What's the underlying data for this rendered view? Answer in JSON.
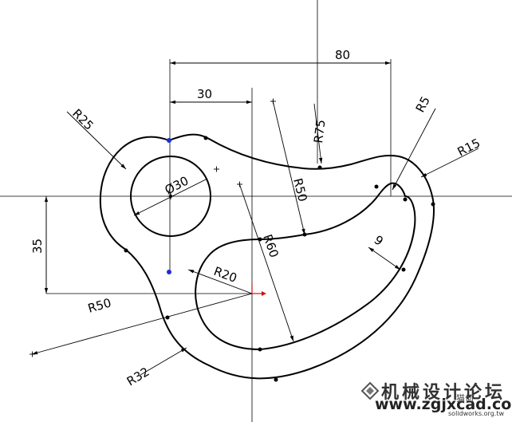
{
  "dimensions": {
    "d80": "80",
    "d30": "30",
    "d35": "35",
    "r25": "R25",
    "phi30": "Ø30",
    "r75": "R75",
    "r5": "R5",
    "r15": "R15",
    "r50_upper": "R50",
    "r60": "R60",
    "r20": "R20",
    "r50_lower": "R50",
    "r32": "R32",
    "d9": "9"
  },
  "watermark": {
    "site_cn": "机械设计论坛",
    "site_url": "www.zgjxcad.com",
    "sw_cn": "猫何",
    "sw_url": "solidworks.org.tw"
  },
  "colors": {
    "line": "#000000",
    "point_blue": "#1a2fd0",
    "origin_red": "#d01010"
  }
}
